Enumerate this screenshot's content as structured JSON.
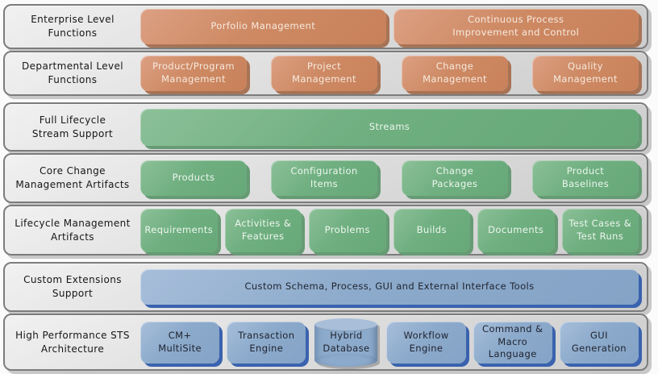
{
  "palette": {
    "orange": "#CE8A64",
    "orange_shadow": "#A87355",
    "green": "#6FAF80",
    "green_shadow": "#669B74",
    "blue": "#8CAACB",
    "blue_shadow": "#3A62AE",
    "row_background": "#DCDCDC",
    "row_border": "#7C7C7C",
    "label_text": "#161616"
  },
  "rows": [
    {
      "label": "Enterprise Level\nFunctions",
      "boxes": [
        "Porfolio Management",
        "Continuous Process\nImprovement and Control"
      ]
    },
    {
      "label": "Departmental Level\nFunctions",
      "boxes": [
        "Product/Program\nManagement",
        "Project\nManagement",
        "Change\nManagement",
        "Quality\nManagement"
      ]
    },
    {
      "label": "Full Lifecycle\nStream Support",
      "boxes": [
        "Streams"
      ]
    },
    {
      "label": "Core Change\nManagement Artifacts",
      "boxes": [
        "Products",
        "Configuration\nItems",
        "Change\nPackages",
        "Product\nBaselines"
      ]
    },
    {
      "label": "Lifecycle Management\nArtifacts",
      "boxes": [
        "Requirements",
        "Activities &\nFeatures",
        "Problems",
        "Builds",
        "Documents",
        "Test Cases &\nTest Runs"
      ]
    },
    {
      "label": "Custom Extensions\nSupport",
      "boxes": [
        "Custom Schema, Process, GUI and External Interface Tools"
      ]
    },
    {
      "label": "High Performance STS\nArchitecture",
      "boxes": [
        "CM+\nMultiSite",
        "Transaction\nEngine",
        "Hybrid\nDatabase",
        "Workflow\nEngine",
        "Command &\nMacro\nLanguage",
        "GUI\nGeneration"
      ]
    }
  ]
}
